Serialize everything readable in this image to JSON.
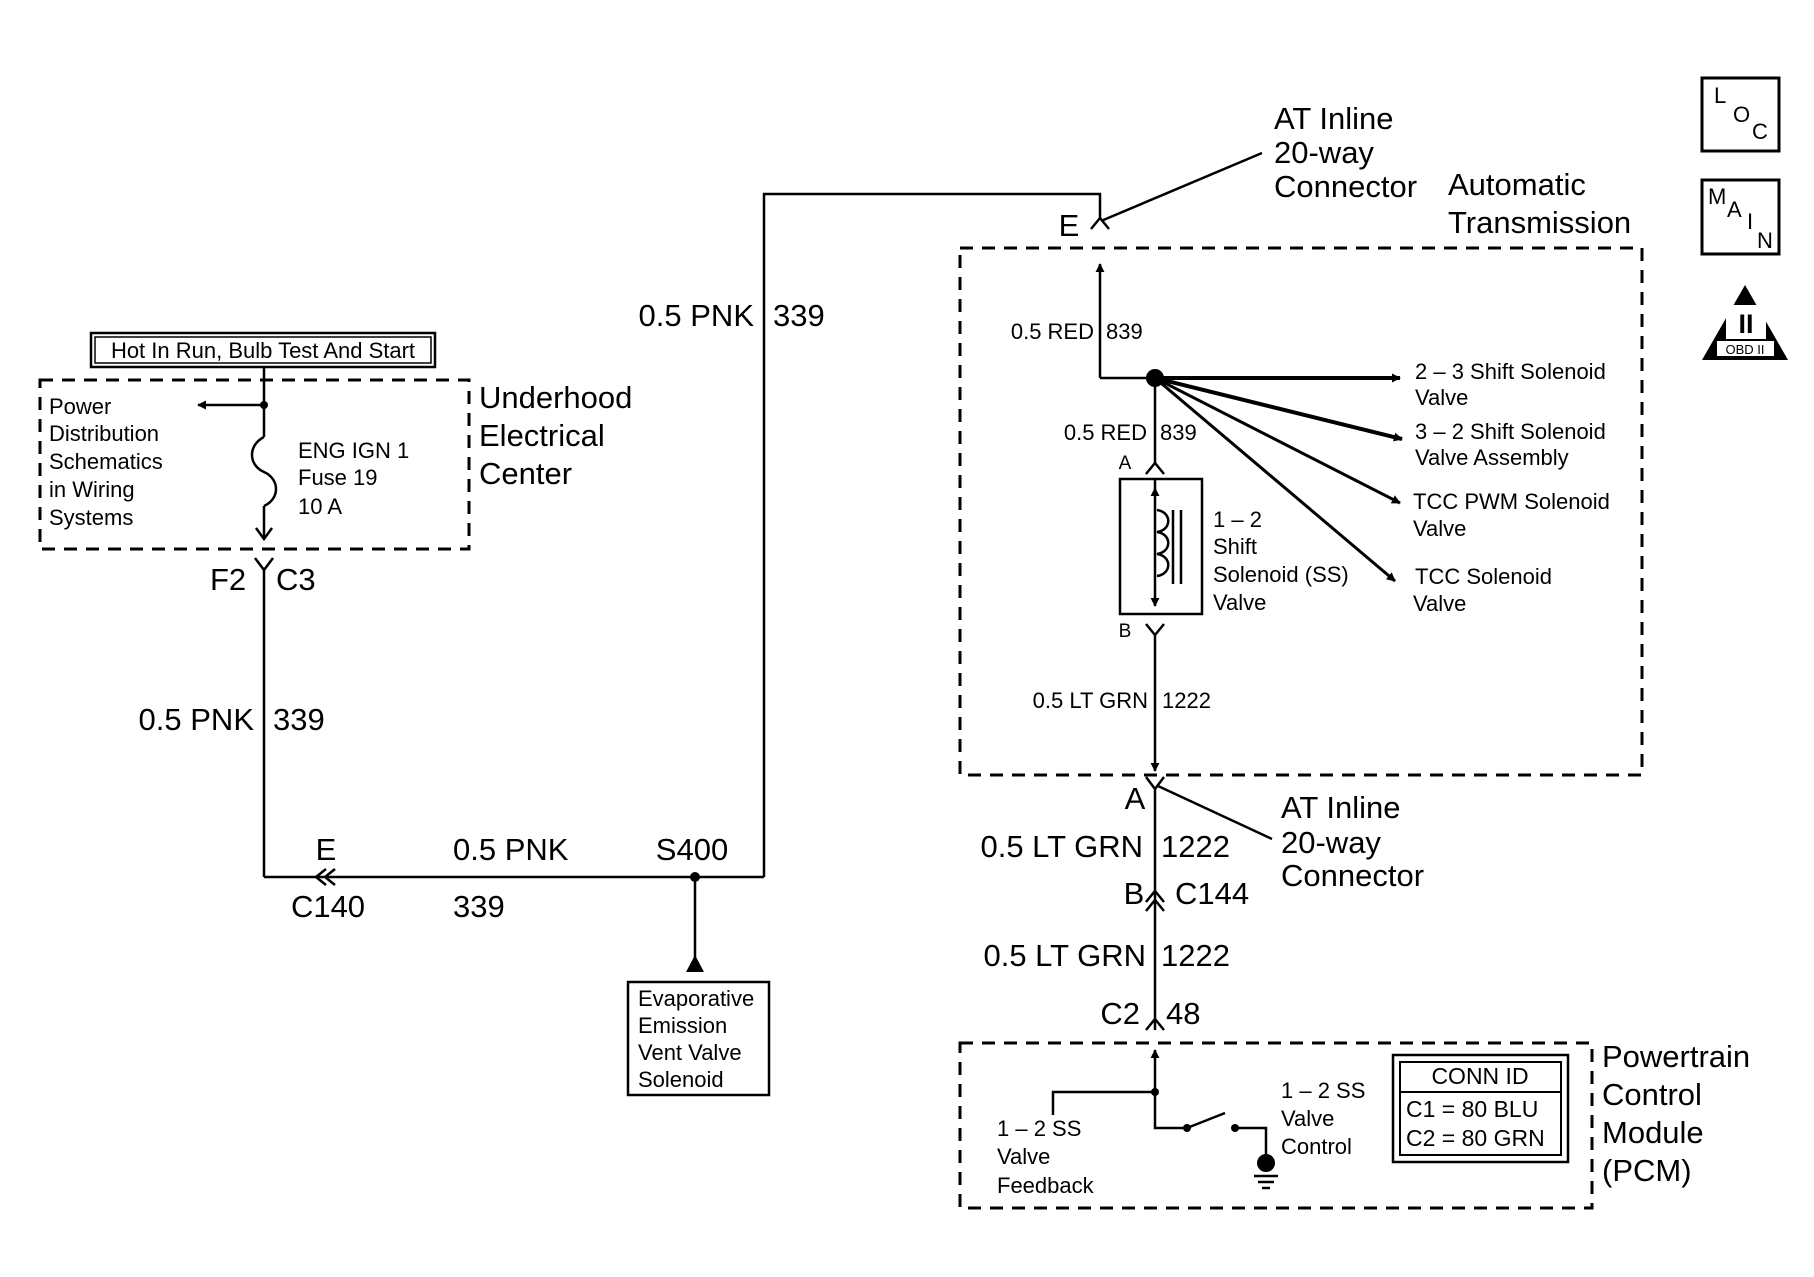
{
  "icons": {
    "loc": {
      "l": "L",
      "o": "O",
      "c": "C"
    },
    "main": {
      "m": "M",
      "a": "A",
      "i": "I",
      "n": "N"
    },
    "obd": {
      "numeral": "II",
      "label": "OBD II"
    }
  },
  "power_source": {
    "label": "Hot In Run, Bulb Test And Start"
  },
  "underhood_center": {
    "title_line1": "Underhood",
    "title_line2": "Electrical",
    "title_line3": "Center",
    "pds_line1": "Power",
    "pds_line2": "Distribution",
    "pds_line3": "Schematics",
    "pds_line4": "in Wiring",
    "pds_line5": "Systems",
    "fuse_line1": "ENG IGN 1",
    "fuse_line2": "Fuse 19",
    "fuse_line3": "10 A",
    "pin": "F2",
    "connector": "C3"
  },
  "wire_left": {
    "gauge_color": "0.5 PNK",
    "circuit": "339"
  },
  "c140": {
    "pin": "E",
    "connector": "C140"
  },
  "wire_bottom": {
    "gauge_color": "0.5 PNK",
    "circuit": "339"
  },
  "splice": {
    "label": "S400"
  },
  "evap": {
    "line1": "Evaporative",
    "line2": "Emission",
    "line3": "Vent Valve",
    "line4": "Solenoid"
  },
  "wire_top": {
    "gauge_color": "0.5 PNK",
    "circuit": "339"
  },
  "inline_top": {
    "pin": "E",
    "line1": "AT Inline",
    "line2": "20-way",
    "line3": "Connector"
  },
  "transmission": {
    "title_line1": "Automatic",
    "title_line2": "Transmission",
    "wire_red_upper": {
      "gauge_color": "0.5 RED",
      "circuit": "839"
    },
    "wire_red_lower": {
      "gauge_color": "0.5 RED",
      "circuit": "839"
    },
    "solenoid_pin_a": "A",
    "solenoid_pin_b": "B",
    "solenoid_line1": "1 – 2",
    "solenoid_line2": "Shift",
    "solenoid_line3": "Solenoid (SS)",
    "solenoid_line4": "Valve",
    "branches": [
      {
        "line1": "2 – 3 Shift Solenoid",
        "line2": "Valve"
      },
      {
        "line1": "3 – 2 Shift Solenoid",
        "line2": "Valve  Assembly"
      },
      {
        "line1": "TCC PWM Solenoid",
        "line2": "Valve"
      },
      {
        "line1": "TCC Solenoid",
        "line2": "Valve"
      }
    ],
    "wire_grn": {
      "gauge_color": "0.5 LT GRN",
      "circuit": "1222"
    }
  },
  "inline_bottom": {
    "pin": "A",
    "line1": "AT Inline",
    "line2": "20-way",
    "line3": "Connector"
  },
  "wire_grn_a": {
    "gauge_color": "0.5 LT GRN",
    "circuit": "1222"
  },
  "c144": {
    "pin": "B",
    "connector": "C144"
  },
  "wire_grn_b": {
    "gauge_color": "0.5 LT GRN",
    "circuit": "1222"
  },
  "pcm_connector": {
    "connector": "C2",
    "pin": "48"
  },
  "pcm": {
    "title_line1": "Powertrain",
    "title_line2": "Control",
    "title_line3": "Module",
    "title_line4": "(PCM)",
    "feedback_line1": "1 – 2 SS",
    "feedback_line2": "Valve",
    "feedback_line3": "Feedback",
    "control_line1": "1 – 2 SS",
    "control_line2": "Valve",
    "control_line3": "Control",
    "conn_id_title": "CONN ID",
    "conn_id_c1": "C1 = 80 BLU",
    "conn_id_c2": "C2 = 80 GRN"
  }
}
